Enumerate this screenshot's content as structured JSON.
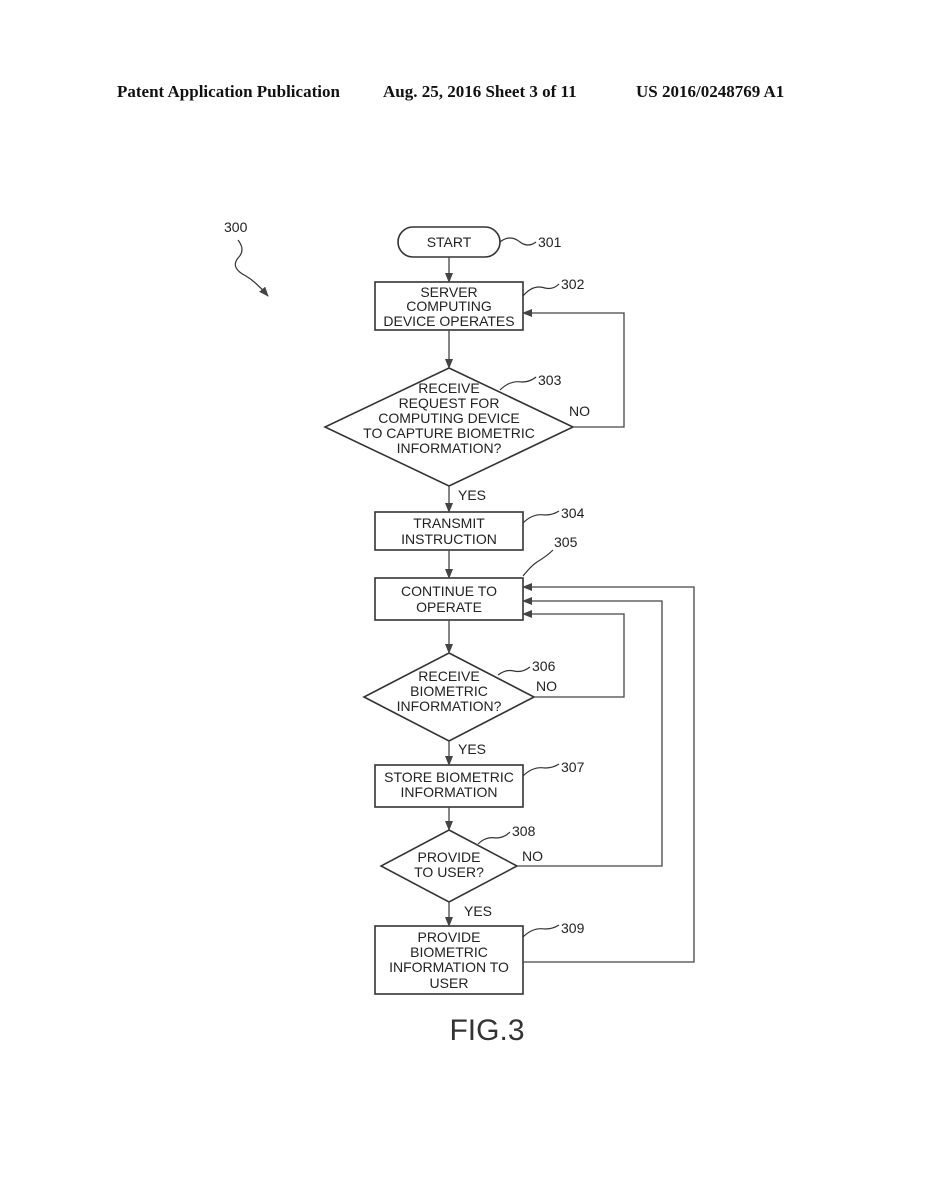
{
  "header": {
    "publication": "Patent Application Publication",
    "date_sheet": "Aug. 25, 2016  Sheet 3 of 11",
    "pub_number": "US 2016/0248769 A1"
  },
  "figure": {
    "ref": "300",
    "caption": "FIG.3"
  },
  "nodes": {
    "n301": {
      "ref": "301",
      "lines": [
        "START"
      ]
    },
    "n302": {
      "ref": "302",
      "lines": [
        "SERVER",
        "COMPUTING",
        "DEVICE OPERATES"
      ]
    },
    "n303": {
      "ref": "303",
      "lines": [
        "RECEIVE",
        "REQUEST FOR",
        "COMPUTING DEVICE",
        "TO CAPTURE BIOMETRIC",
        "INFORMATION?"
      ]
    },
    "n304": {
      "ref": "304",
      "lines": [
        "TRANSMIT",
        "INSTRUCTION"
      ]
    },
    "n305": {
      "ref": "305",
      "lines": [
        "CONTINUE TO",
        "OPERATE"
      ]
    },
    "n306": {
      "ref": "306",
      "lines": [
        "RECEIVE",
        "BIOMETRIC",
        "INFORMATION?"
      ]
    },
    "n307": {
      "ref": "307",
      "lines": [
        "STORE BIOMETRIC",
        "INFORMATION"
      ]
    },
    "n308": {
      "ref": "308",
      "lines": [
        "PROVIDE",
        "TO USER?"
      ]
    },
    "n309": {
      "ref": "309",
      "lines": [
        "PROVIDE",
        "BIOMETRIC",
        "INFORMATION TO",
        "USER"
      ]
    }
  },
  "edge_labels": {
    "n303_no": "NO",
    "n303_yes": "YES",
    "n306_no": "NO",
    "n306_yes": "YES",
    "n308_no": "NO",
    "n308_yes": "YES"
  }
}
